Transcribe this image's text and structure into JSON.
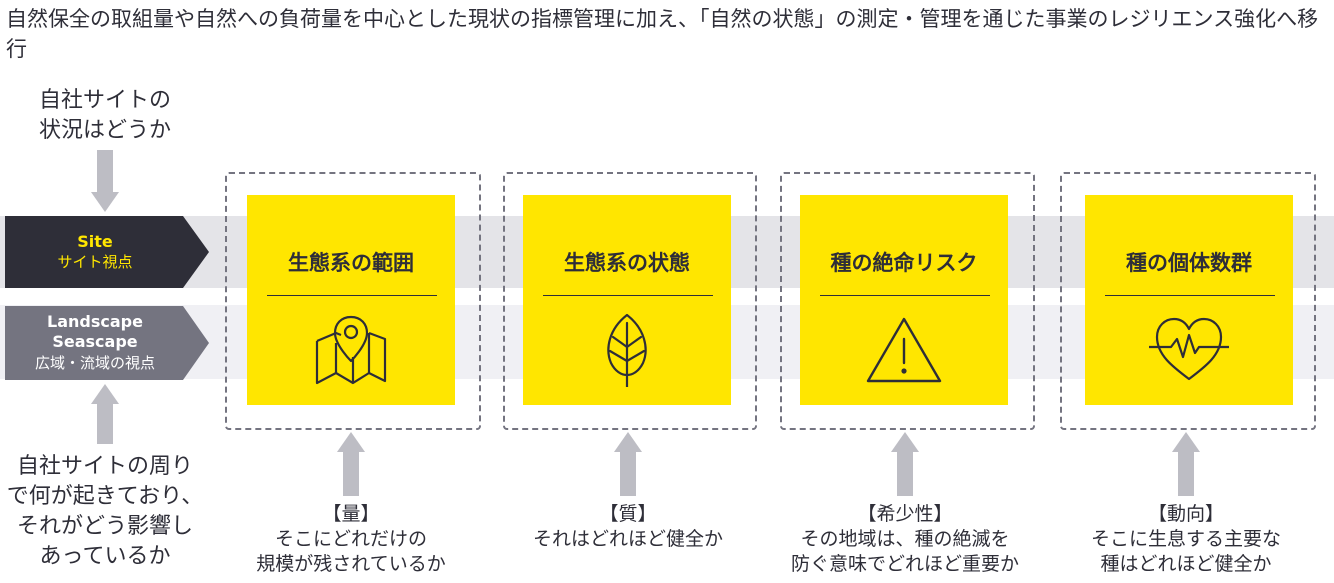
{
  "title": "自然保全の取組量や自然への負荷量を中心とした現状の指標管理に加え、「自然の状態」の測定・管理を通じた事業のレジリエンス強化へ移行",
  "site_tag": {
    "en": "Site",
    "jp": "サイト視点"
  },
  "landscape_tag": {
    "en_line1": "Landscape",
    "en_line2": "Seascape",
    "jp": "広域・流域の視点"
  },
  "top_question": {
    "line1": "自社サイトの",
    "line2": "状況はどうか"
  },
  "bottom_question": {
    "line1": "自社サイトの周り",
    "line2": "で何が起きており、",
    "line3": "それがどう影響し",
    "line4": "あっているか"
  },
  "cards": [
    {
      "title": "生態系の範囲",
      "icon": "map-pin-icon",
      "caption_head": "【量】",
      "caption_line1": "そこにどれだけの",
      "caption_line2": "規模が残されているか"
    },
    {
      "title": "生態系の状態",
      "icon": "leaf-icon",
      "caption_head": "【質】",
      "caption_line1": "それはどれほど健全か",
      "caption_line2": ""
    },
    {
      "title": "種の絶命リスク",
      "icon": "warning-icon",
      "caption_head": "【希少性】",
      "caption_line1": "その地域は、種の絶滅を",
      "caption_line2": "防ぐ意味でどれほど重要か"
    },
    {
      "title": "種の個体数群",
      "icon": "heartbeat-icon",
      "caption_head": "【動向】",
      "caption_line1": "そこに生息する主要な",
      "caption_line2": "種はどれほど健全か"
    }
  ],
  "colors": {
    "yellow": "#ffe600",
    "dark": "#2e2e38",
    "grey": "#747480",
    "arrow": "#bdbdc4"
  }
}
